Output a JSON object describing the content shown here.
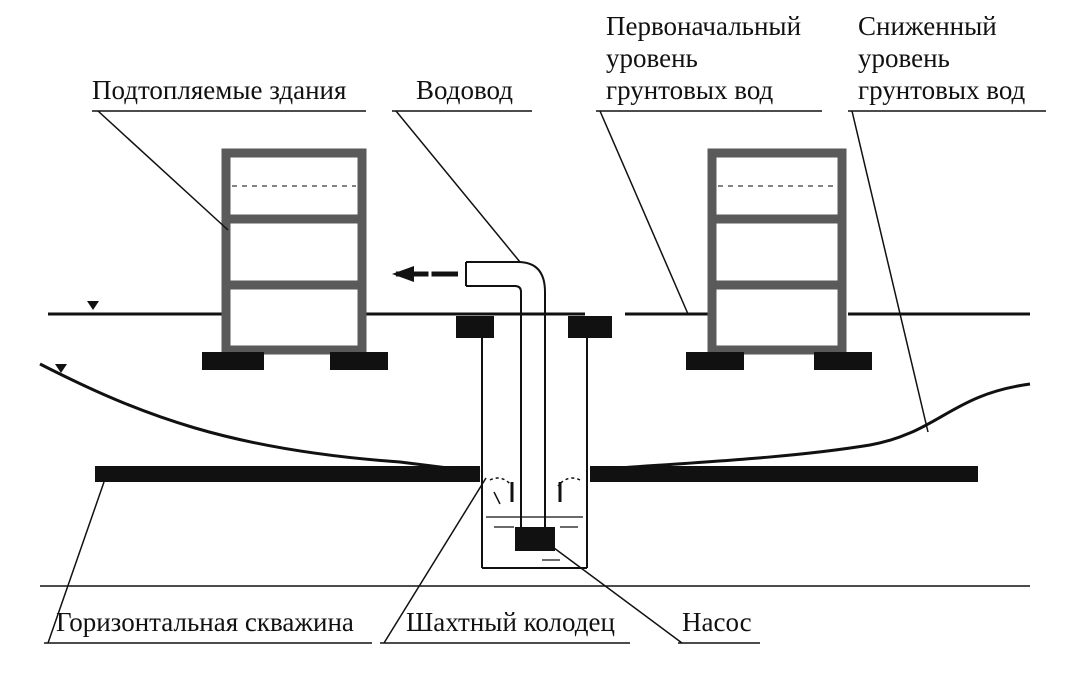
{
  "labels": {
    "flooded_buildings": "Подтопляемые здания",
    "water_pipe": "Водовод",
    "initial_level_line1": "Первоначальный",
    "initial_level_line2": "уровень",
    "initial_level_line3": "грунтовых вод",
    "lowered_level_line1": "Сниженный",
    "lowered_level_line2": "уровень",
    "lowered_level_line3": "грунтовых вод",
    "horizontal_well": "Горизонтальная скважина",
    "shaft_well": "Шахтный колодец",
    "pump": "Насос"
  },
  "colors": {
    "building": "#5a5a5a",
    "footing": "#111111",
    "line": "#111111",
    "background": "#ffffff"
  }
}
